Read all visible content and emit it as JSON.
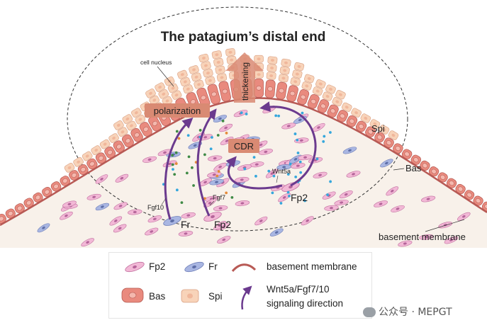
{
  "title": "The patagium’s distal end",
  "labels": {
    "cell_nucleus": "cell nucleus",
    "thickening": "thickening",
    "polarization": "polarization",
    "cdr": "CDR",
    "spi": "Spi",
    "bas": "Bas",
    "basement_membrane": "basement membrane",
    "wnt5a": "Wnt5a",
    "fgf7": "Fgf7",
    "fgf10": "Fgf10",
    "fp2_right": "Fp2",
    "fp2_left": "Fp2",
    "fr": "Fr"
  },
  "legend": {
    "fp2": "Fp2",
    "fr": "Fr",
    "basement_membrane": "basement membrane",
    "bas": "Bas",
    "spi": "Spi",
    "signaling_line1": "Wnt5a/Fgf7/10",
    "signaling_line2": "signaling direction"
  },
  "watermark": "公众号 · MEPGT",
  "colors": {
    "bas_cell": "#e98a7e",
    "spi_cell": "#f8d3b9",
    "fp2_cell": "#f2b8d6",
    "fr_cell": "#a9b6e2",
    "membrane": "#b85a55",
    "arrow": "#6b3a8e",
    "dot_blue": "#35a7dc",
    "dot_green": "#3f8a45",
    "dot_orange": "#e58a3a",
    "tissue": "#f8f1ea",
    "label_box": "#d98a73"
  }
}
